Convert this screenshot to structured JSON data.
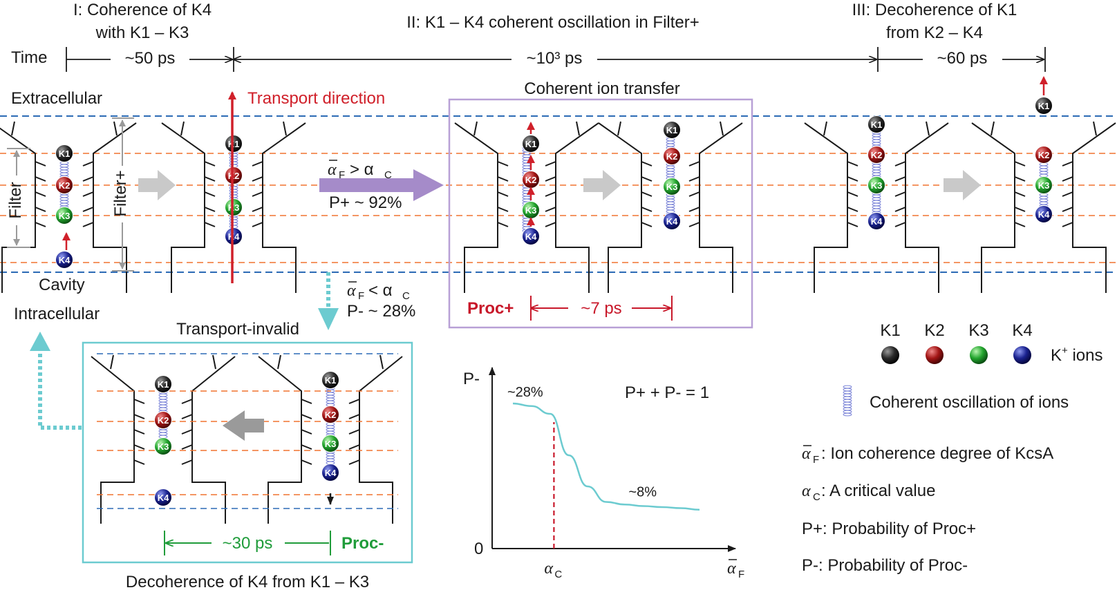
{
  "colors": {
    "k1": "#1f1f1f",
    "k2": "#a01818",
    "k3": "#1f9c2a",
    "k4": "#12188f",
    "red_arrow": "#d0202a",
    "purple": "#a58bc9",
    "teal": "#6ccbd0",
    "grey_arrow": "#c9c9c9",
    "orange_dash": "#f0722f",
    "blue_dash": "#2b6ab5",
    "proc_plus": "#c8182a",
    "proc_minus": "#1f9c3a"
  },
  "icons": {
    "spring": "coil-spring-icon",
    "ion": "sphere-icon"
  },
  "timeline": {
    "label": "Time",
    "stage1_line1": "I: Coherence of K4",
    "stage1_line2": "with K1 – K3",
    "stage1_dur": "~50 ps",
    "stage2_title": "II: K1 – K4 coherent oscillation in Filter+",
    "stage2_dur": "~10³ ps",
    "stage3_line1": "III: Decoherence of K1",
    "stage3_line2": "from K2 – K4",
    "stage3_dur": "~60 ps"
  },
  "labels": {
    "extracellular": "Extracellular",
    "intracellular": "Intracellular",
    "cavity": "Cavity",
    "filter": "Filter",
    "filter_plus": "Filter+",
    "transport_direction": "Transport direction",
    "coherent_transfer": "Coherent ion transfer",
    "transport_invalid": "Transport-invalid",
    "decoherence_k4": "Decoherence of K4 from K1 – K3",
    "cond_gt": "> α",
    "cond_lt": "< α",
    "alpha": "α",
    "sub_f": "F",
    "sub_c": "C",
    "p_plus_val": "P+ ~ 92%",
    "p_minus_val": "P- ~ 28%",
    "proc_plus": "Proc+",
    "proc_plus_dur": "~7 ps",
    "proc_minus": "Proc-",
    "proc_minus_dur": "~30 ps"
  },
  "ions": [
    "K1",
    "K2",
    "K3",
    "K4"
  ],
  "legend": {
    "ions_suffix": "K",
    "ions_suffix_sup": "+",
    "ions_suffix_tail": " ions",
    "oscillation": "Coherent oscillation of ions",
    "alpha_f_def": ":  Ion coherence degree of KcsA",
    "alpha_c_def": ":  A critical value",
    "p_plus_def": "P+: Probability of Proc+",
    "p_minus_def": "P-:  Probability of Proc-"
  },
  "chart_data": {
    "type": "line",
    "ylabel": "P-",
    "xlabel": "αF",
    "y_zero_label": "0",
    "x_marker_label": "αC",
    "equation": "P+ + P- = 1",
    "annotations": [
      "~28%",
      "~8%"
    ],
    "series": [
      {
        "x": [
          0.0,
          0.1,
          0.2,
          0.3,
          0.4,
          0.5,
          0.6,
          0.7,
          0.8,
          0.9,
          1.0
        ],
        "values": [
          28,
          27.5,
          26,
          18,
          12,
          9,
          8.5,
          8.2,
          8,
          7.8,
          7.5
        ]
      }
    ],
    "ylim": [
      0,
      32
    ],
    "xlim": [
      0,
      1
    ],
    "critical_x": 0.22
  }
}
